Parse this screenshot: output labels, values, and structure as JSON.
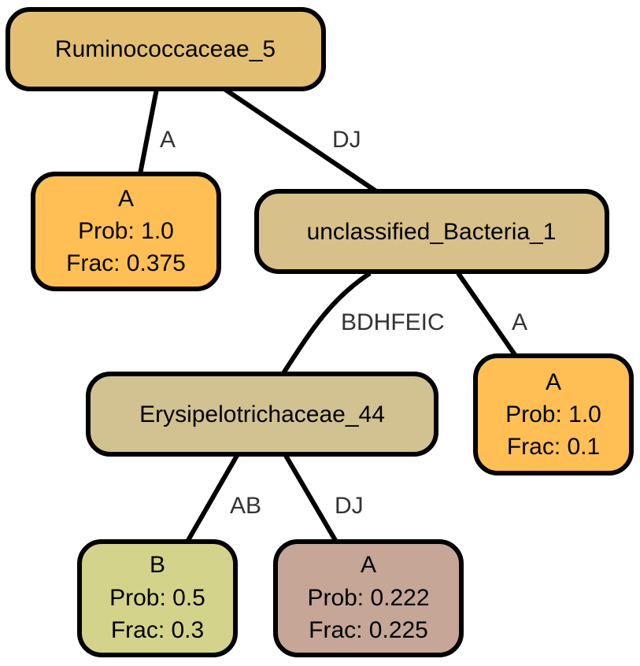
{
  "nodes": {
    "ruminococcaceae_5": {
      "label": "Ruminococcaceae_5",
      "fill": "#E3BF74"
    },
    "leaf_a_top": {
      "class": "A",
      "prob": "Prob: 1.0",
      "frac": "Frac: 0.375",
      "fill": "#FFBF55"
    },
    "unclassified_bacteria_1": {
      "label": "unclassified_Bacteria_1",
      "fill": "#D7C08A"
    },
    "erysipelotrichaceae_44": {
      "label": "Erysipelotrichaceae_44",
      "fill": "#D2C191"
    },
    "leaf_a_right": {
      "class": "A",
      "prob": "Prob: 1.0",
      "frac": "Frac: 0.1",
      "fill": "#FFBF55"
    },
    "leaf_b": {
      "class": "B",
      "prob": "Prob: 0.5",
      "frac": "Frac: 0.3",
      "fill": "#D4D38B"
    },
    "leaf_a_bottom": {
      "class": "A",
      "prob": "Prob: 0.222",
      "frac": "Frac: 0.225",
      "fill": "#C5A697"
    }
  },
  "edges": {
    "root_to_leaf_a": "A",
    "root_to_unclassified": "DJ",
    "unclassified_to_erysipelotrichaceae": "BDHFEIC",
    "unclassified_to_leaf_a": "A",
    "erysipelotrichaceae_to_leaf_b": "AB",
    "erysipelotrichaceae_to_leaf_a": "DJ"
  }
}
